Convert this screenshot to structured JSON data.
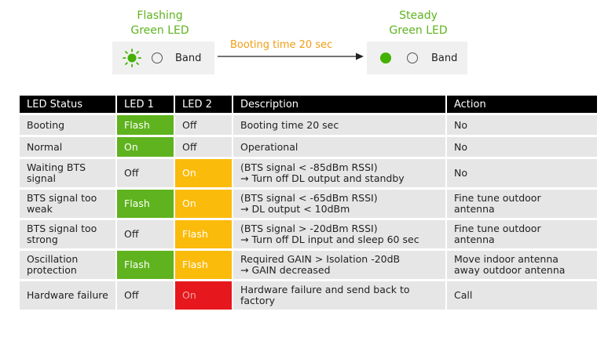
{
  "diagram": {
    "left_caption": [
      "Flashing",
      "Green LED"
    ],
    "right_caption": [
      "Steady",
      "Green LED"
    ],
    "arrow_label": "Booting time 20 sec",
    "band_label": "Band",
    "colors": {
      "caption": "#5fb31e",
      "arrow": "#f39c12",
      "led_green": "#44b000"
    }
  },
  "table": {
    "headers": [
      "LED Status",
      "LED 1",
      "LED 2",
      "Description",
      "Action"
    ],
    "rows": [
      {
        "status": "Booting",
        "led1": "Flash",
        "led2": "Off",
        "desc": [
          "Booting time 20 sec"
        ],
        "action": [
          "No"
        ]
      },
      {
        "status": "Normal",
        "led1": "On",
        "led2": "Off",
        "desc": [
          "Operational"
        ],
        "action": [
          "No"
        ]
      },
      {
        "status": "Waiting BTS signal",
        "led1": "Off",
        "led2": "On",
        "desc": [
          "(BTS signal < -85dBm RSSI)",
          "→ Turn off DL output and standby"
        ],
        "action": [
          "No"
        ]
      },
      {
        "status": "BTS signal too weak",
        "led1": "Flash",
        "led2": "On",
        "desc": [
          "(BTS signal < -65dBm RSSI)",
          "→ DL output < 10dBm"
        ],
        "action": [
          "Fine tune outdoor",
          "antenna"
        ]
      },
      {
        "status": "BTS signal too strong",
        "led1": "Off",
        "led2": "Flash",
        "desc": [
          "(BTS signal > -20dBm RSSI)",
          "→ Turn off DL input and sleep 60 sec"
        ],
        "action": [
          "Fine tune outdoor",
          "antenna"
        ]
      },
      {
        "status": "Oscillation protection",
        "led1": "Flash",
        "led2": "Flash",
        "desc": [
          "Required GAIN > Isolation -20dB",
          "→ GAIN decreased"
        ],
        "action": [
          "Move indoor antenna",
          "away outdoor antenna"
        ]
      },
      {
        "status": "Hardware failure",
        "led1": "Off",
        "led2": "On",
        "desc": [
          "Hardware failure and send back to",
          "factory"
        ],
        "action": [
          "Call"
        ]
      }
    ],
    "colors": {
      "green": "#5fb31e",
      "yellow": "#fbbb0a",
      "red": "#e6181d",
      "header": "#000000",
      "row": "#e6e6e6"
    }
  }
}
